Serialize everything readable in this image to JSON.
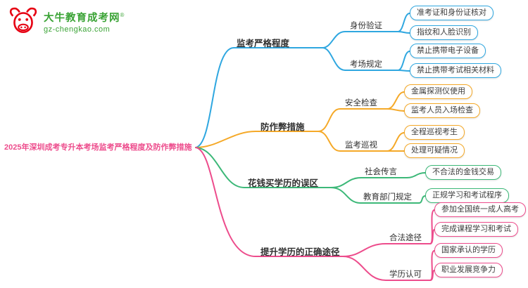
{
  "logo": {
    "title": "大牛教育成考网",
    "reg": "®",
    "url": "gz-chengkao.com",
    "brand_red": "#e60012",
    "brand_green": "#3aa335"
  },
  "root": {
    "label": "2025年深圳成考专升本考场监考严格程度及防作弊措施",
    "color": "#ed4c8c"
  },
  "branches": [
    {
      "label": "监考严格程度",
      "color": "#2fa7e0",
      "children": [
        {
          "label": "身份验证",
          "leaves": [
            "准考证和身份证核对",
            "指纹和人脸识别"
          ]
        },
        {
          "label": "考场规定",
          "leaves": [
            "禁止携带电子设备",
            "禁止携带考试相关材料"
          ]
        }
      ]
    },
    {
      "label": "防作弊措施",
      "color": "#f5a928",
      "children": [
        {
          "label": "安全检查",
          "leaves": [
            "金属探测仪使用",
            "监考人员入场检查"
          ]
        },
        {
          "label": "监考巡视",
          "leaves": [
            "全程巡视考生",
            "处理可疑情况"
          ]
        }
      ]
    },
    {
      "label": "花钱买学历的误区",
      "color": "#3cb878",
      "children": [
        {
          "label": "社会传言",
          "leaves": [
            "不合法的金钱交易"
          ]
        },
        {
          "label": "教育部门规定",
          "leaves": [
            "正规学习和考试程序"
          ]
        }
      ]
    },
    {
      "label": "提升学历的正确途径",
      "color": "#ed4c8c",
      "children": [
        {
          "label": "合法途径",
          "leaves": [
            "参加全国统一成人高考",
            "完成课程学习和考试"
          ]
        },
        {
          "label": "学历认可",
          "leaves": [
            "国家承认的学历",
            "职业发展竞争力"
          ]
        }
      ]
    }
  ]
}
